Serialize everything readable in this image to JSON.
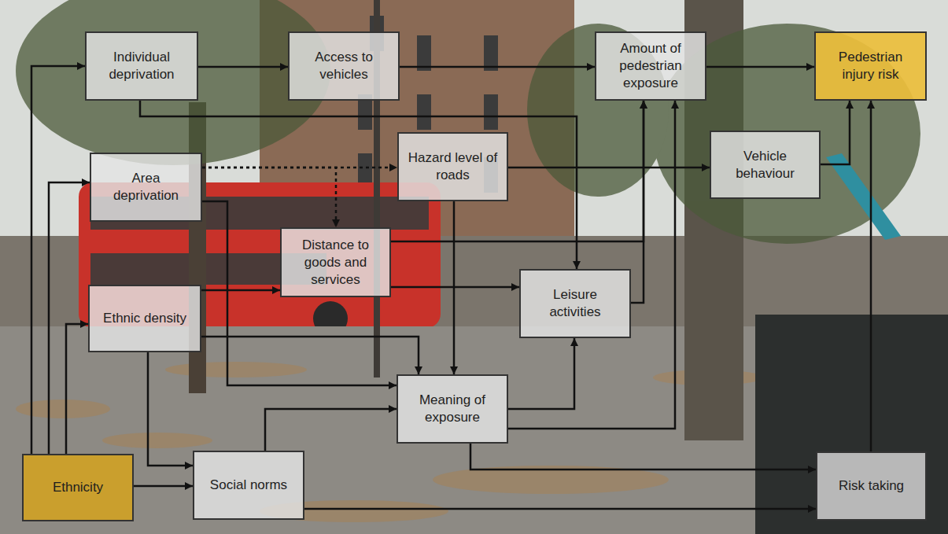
{
  "diagram": {
    "nodes": [
      {
        "text": [
          "Individual deprivation"
        ]
      },
      {
        "text": [
          "Access to vehicles"
        ]
      },
      {
        "text": [
          "Amount of pedestrian exposure"
        ]
      },
      {
        "text": [
          "Pedestrian injury risk"
        ]
      },
      {
        "text": [
          "Area deprivation"
        ]
      },
      {
        "text": [
          "Hazard level of roads"
        ]
      },
      {
        "text": [
          "Vehicle behaviour"
        ]
      },
      {
        "text": [
          "Distance to goods and services"
        ]
      },
      {
        "text": [
          "Ethnic density"
        ]
      },
      {
        "text": [
          "Leisure activities"
        ]
      },
      {
        "text": [
          "Meaning of exposure"
        ]
      },
      {
        "text": [
          "Ethnicity"
        ]
      },
      {
        "text": [
          "Social norms"
        ]
      },
      {
        "text": [
          "Risk taking"
        ]
      }
    ],
    "edges": [
      {
        "from": 11,
        "to": 0,
        "arrow": "to"
      },
      {
        "from": 11,
        "to": 4,
        "arrow": "to"
      },
      {
        "from": 11,
        "to": 8,
        "arrow": "to"
      },
      {
        "from": 11,
        "to": 12,
        "arrow": "to"
      },
      {
        "from": 0,
        "to": 1,
        "arrow": "to"
      },
      {
        "from": 0,
        "to": 9,
        "arrow": "to"
      },
      {
        "from": 1,
        "to": 2,
        "arrow": "to"
      },
      {
        "from": 2,
        "to": 3,
        "arrow": "to"
      },
      {
        "from": 4,
        "to": 5,
        "arrow": "to"
      },
      {
        "from": 4,
        "to": 7,
        "arrow": "to"
      },
      {
        "from": 4,
        "to": 10,
        "arrow": "to"
      },
      {
        "from": 5,
        "to": 6,
        "arrow": "to"
      },
      {
        "from": 5,
        "to": 10,
        "arrow": "to"
      },
      {
        "from": 6,
        "to": 3,
        "arrow": "to"
      },
      {
        "from": 7,
        "to": 2,
        "arrow": "to"
      },
      {
        "from": 7,
        "to": 9,
        "arrow": "to"
      },
      {
        "from": 8,
        "to": 7,
        "arrow": "to"
      },
      {
        "from": 8,
        "to": 10,
        "arrow": "to"
      },
      {
        "from": 8,
        "to": 12,
        "arrow": "to"
      },
      {
        "from": 9,
        "to": 2,
        "arrow": "to"
      },
      {
        "from": 10,
        "to": 9,
        "arrow": "to"
      },
      {
        "from": 10,
        "to": 2,
        "arrow": "to"
      },
      {
        "from": 10,
        "to": 13,
        "arrow": "to"
      },
      {
        "from": 12,
        "to": 10,
        "arrow": "to"
      },
      {
        "from": 12,
        "to": 13,
        "arrow": "to"
      },
      {
        "from": 13,
        "to": 3,
        "arrow": "to"
      }
    ]
  }
}
